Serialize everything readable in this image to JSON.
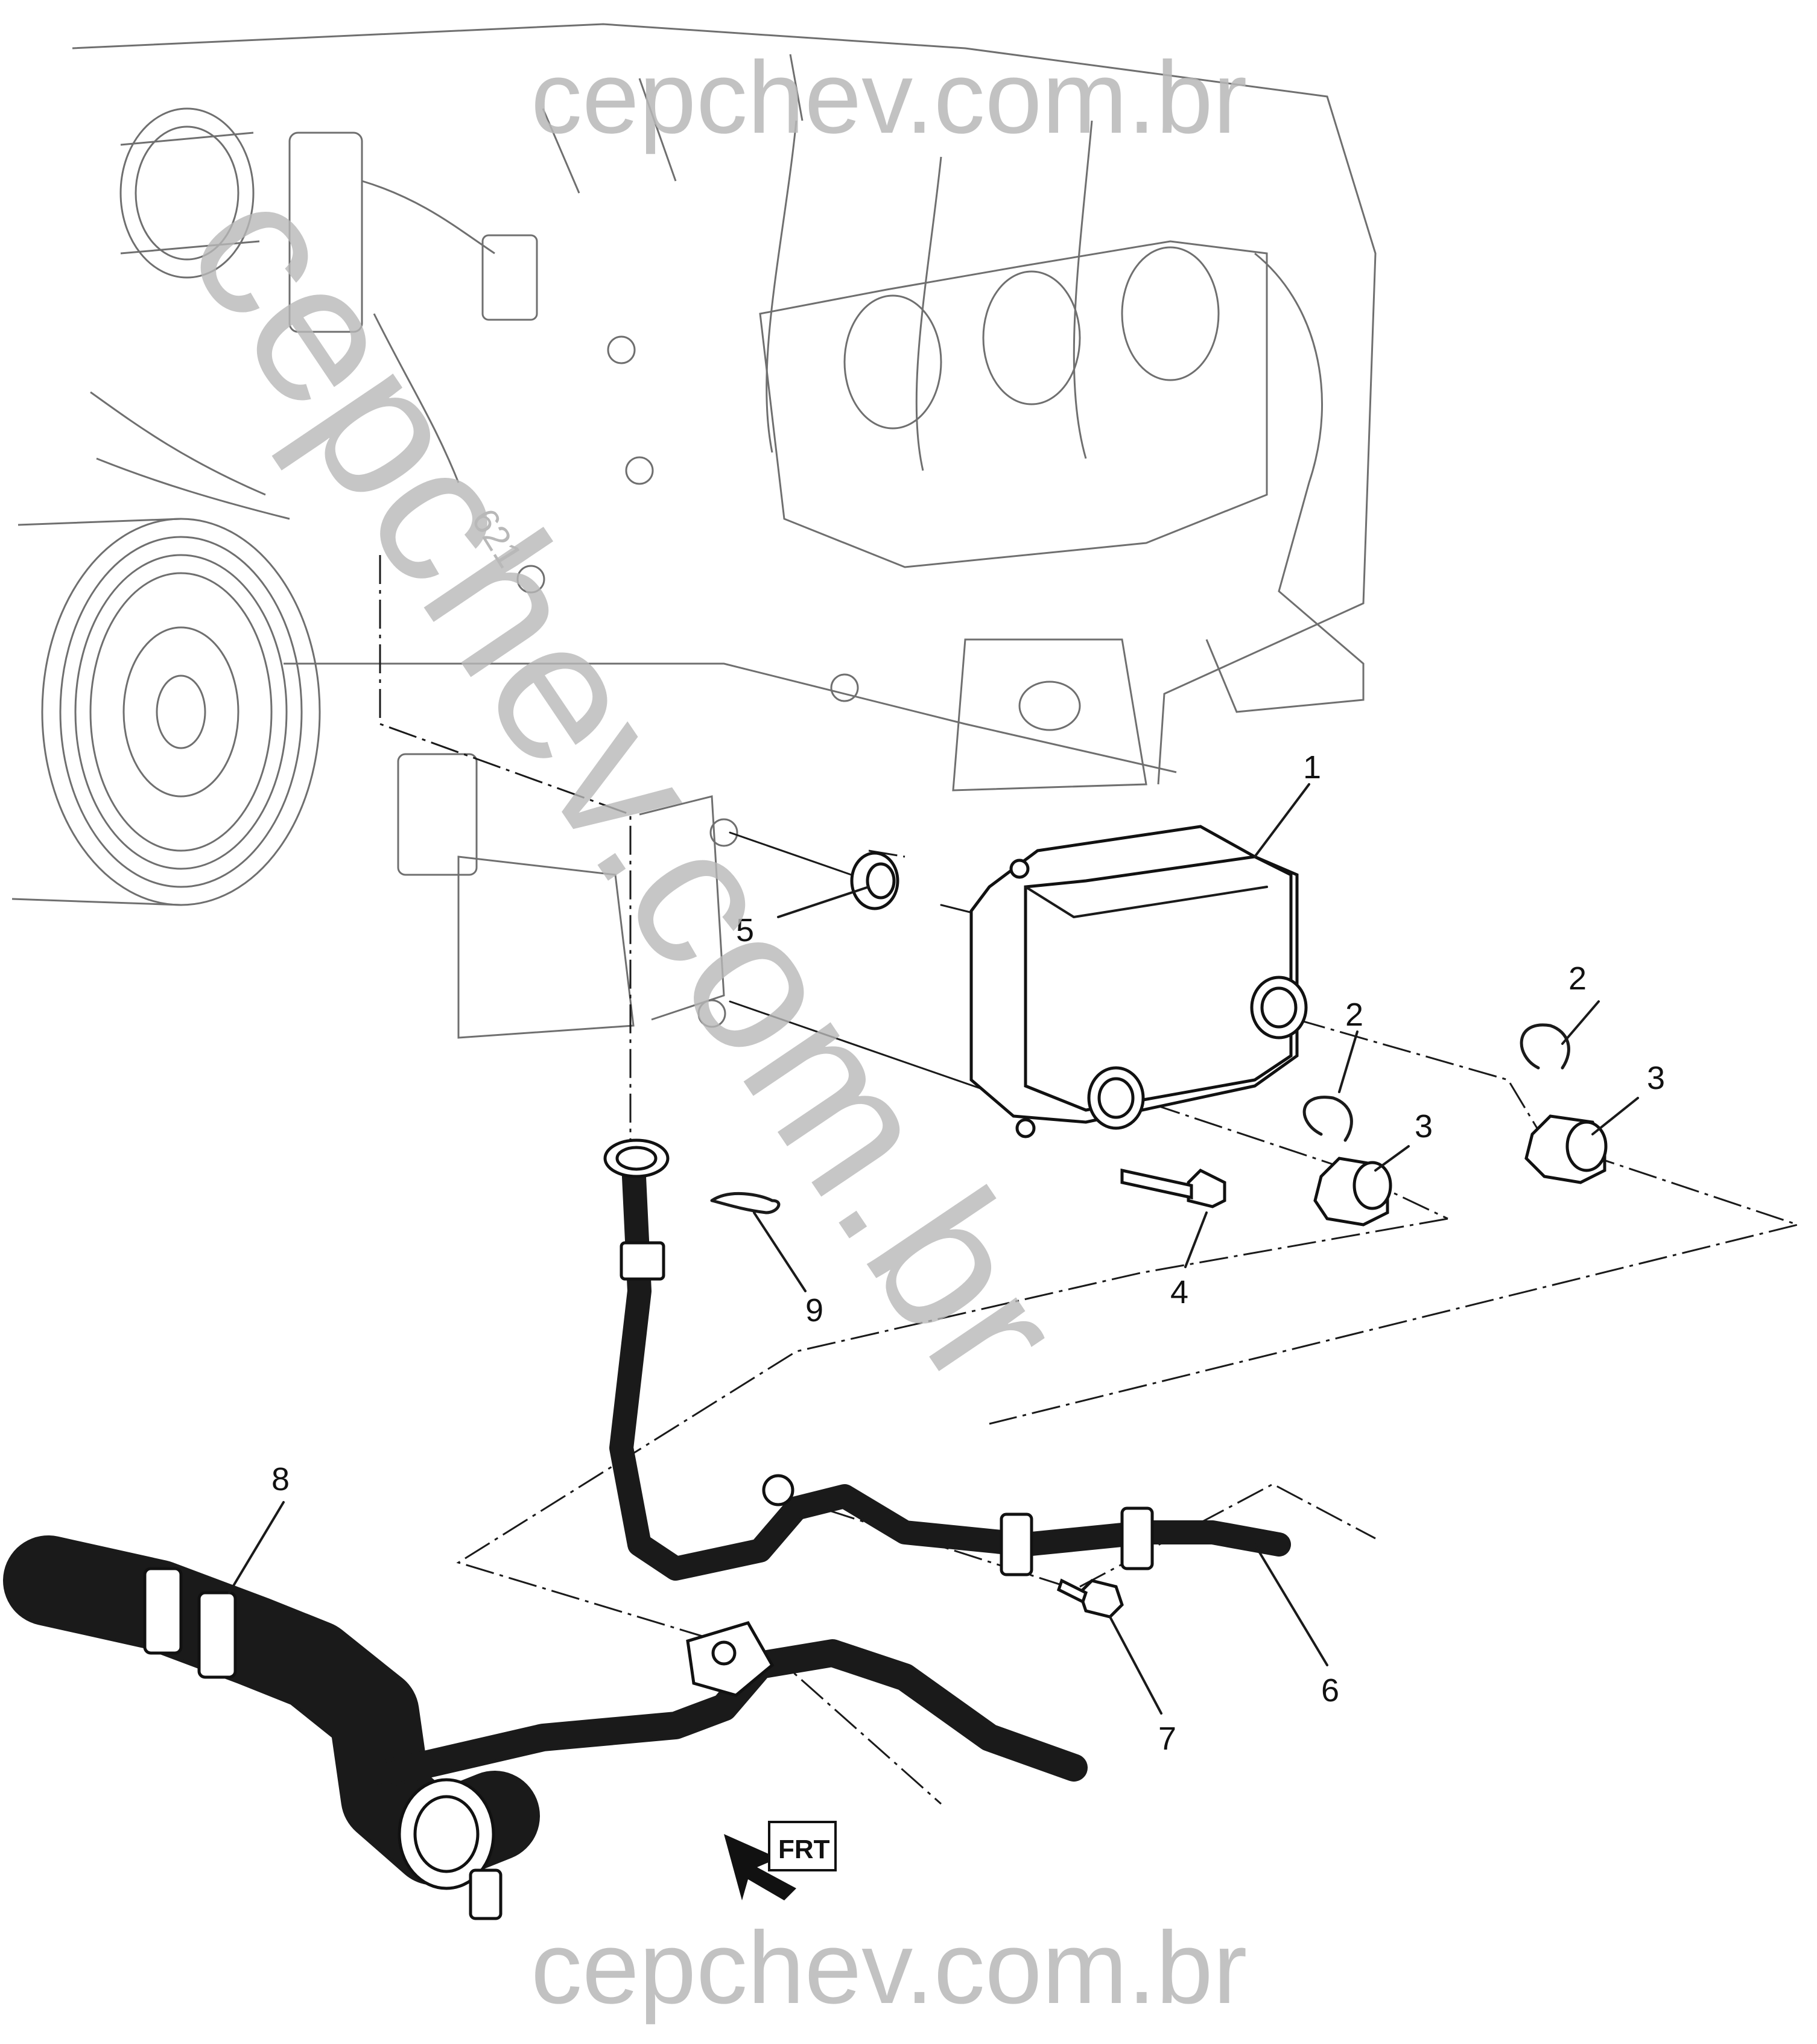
{
  "watermark": {
    "top": "cepchev.com.br",
    "diagonal": "cepchev.com.br",
    "bottom": "cepchev.com.br",
    "color": "#b8b8b8"
  },
  "callouts": [
    "1",
    "2",
    "2",
    "3",
    "3",
    "4",
    "5",
    "6",
    "7",
    "8",
    "9"
  ],
  "direction_badge": {
    "label": "FRT",
    "icon": "front-arrow-icon"
  },
  "engine_stamp": "621"
}
